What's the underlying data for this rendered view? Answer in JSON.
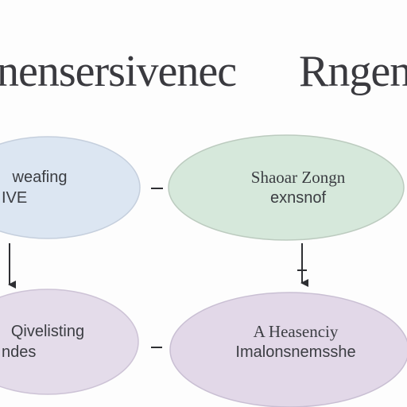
{
  "title": {
    "left": "nensersivenec",
    "right": "Rngen"
  },
  "nodes": [
    {
      "id": "top-left",
      "line1": "weafing",
      "line2": "IVE",
      "fill": "#dce6f2"
    },
    {
      "id": "top-right",
      "line1": "Shaoar  Zongn",
      "line2": "exnsnof",
      "fill": "#d6e8db"
    },
    {
      "id": "bottom-left",
      "line1": "Qivelisting",
      "line2": "ndes",
      "fill": "#e4dcea"
    },
    {
      "id": "bottom-right",
      "line1": "A  Heasenciy",
      "line2": "Imalonsnemsshe",
      "fill": "#e2d8e8"
    }
  ],
  "colors": {
    "text": "#3b3d42",
    "arrow": "#2e2f33",
    "ellipse_stroke": "#b9bcc4"
  }
}
